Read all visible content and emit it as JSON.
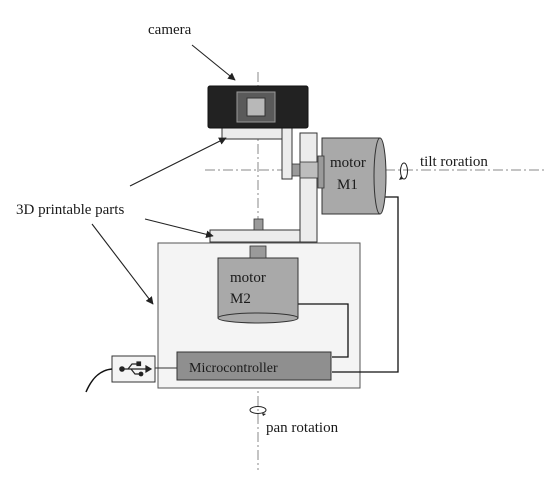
{
  "labels": {
    "camera": "camera",
    "printable_parts": "3D printable parts",
    "motor_m1_line1": "motor",
    "motor_m1_line2": "M1",
    "tilt_rotation": "tilt roration",
    "motor_m2_line1": "motor",
    "motor_m2_line2": "M2",
    "microcontroller": "Microcontroller",
    "pan_rotation": "pan rotation"
  },
  "icons": {
    "usb": "usb-icon",
    "tilt_arrow": "rotation-arrow-icon",
    "pan_arrow": "rotation-arrow-icon"
  },
  "colors": {
    "camera_body": "#222222",
    "motor_fill": "#a9a9a9",
    "microcontroller_fill": "#8f8f8f",
    "bracket_fill": "#ececec",
    "base_fill": "#f4f4f4",
    "line": "#333333",
    "axis_line": "#888888"
  }
}
